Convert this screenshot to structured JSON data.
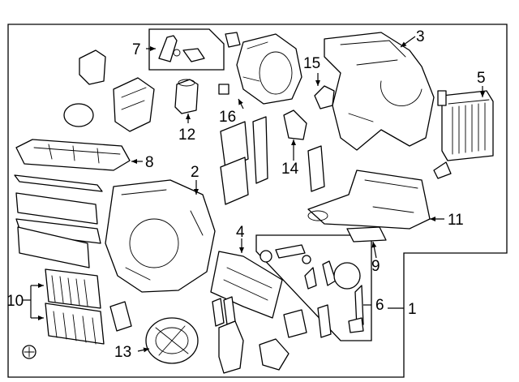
{
  "diagram": {
    "callouts": {
      "c1": "1",
      "c2": "2",
      "c3": "3",
      "c4": "4",
      "c5": "5",
      "c6": "6",
      "c7": "7",
      "c8": "8",
      "c9": "9",
      "c10": "10",
      "c11": "11",
      "c12": "12",
      "c13": "13",
      "c14": "14",
      "c15": "15",
      "c16": "16"
    },
    "line_color": "#000000",
    "background_color": "#ffffff"
  }
}
